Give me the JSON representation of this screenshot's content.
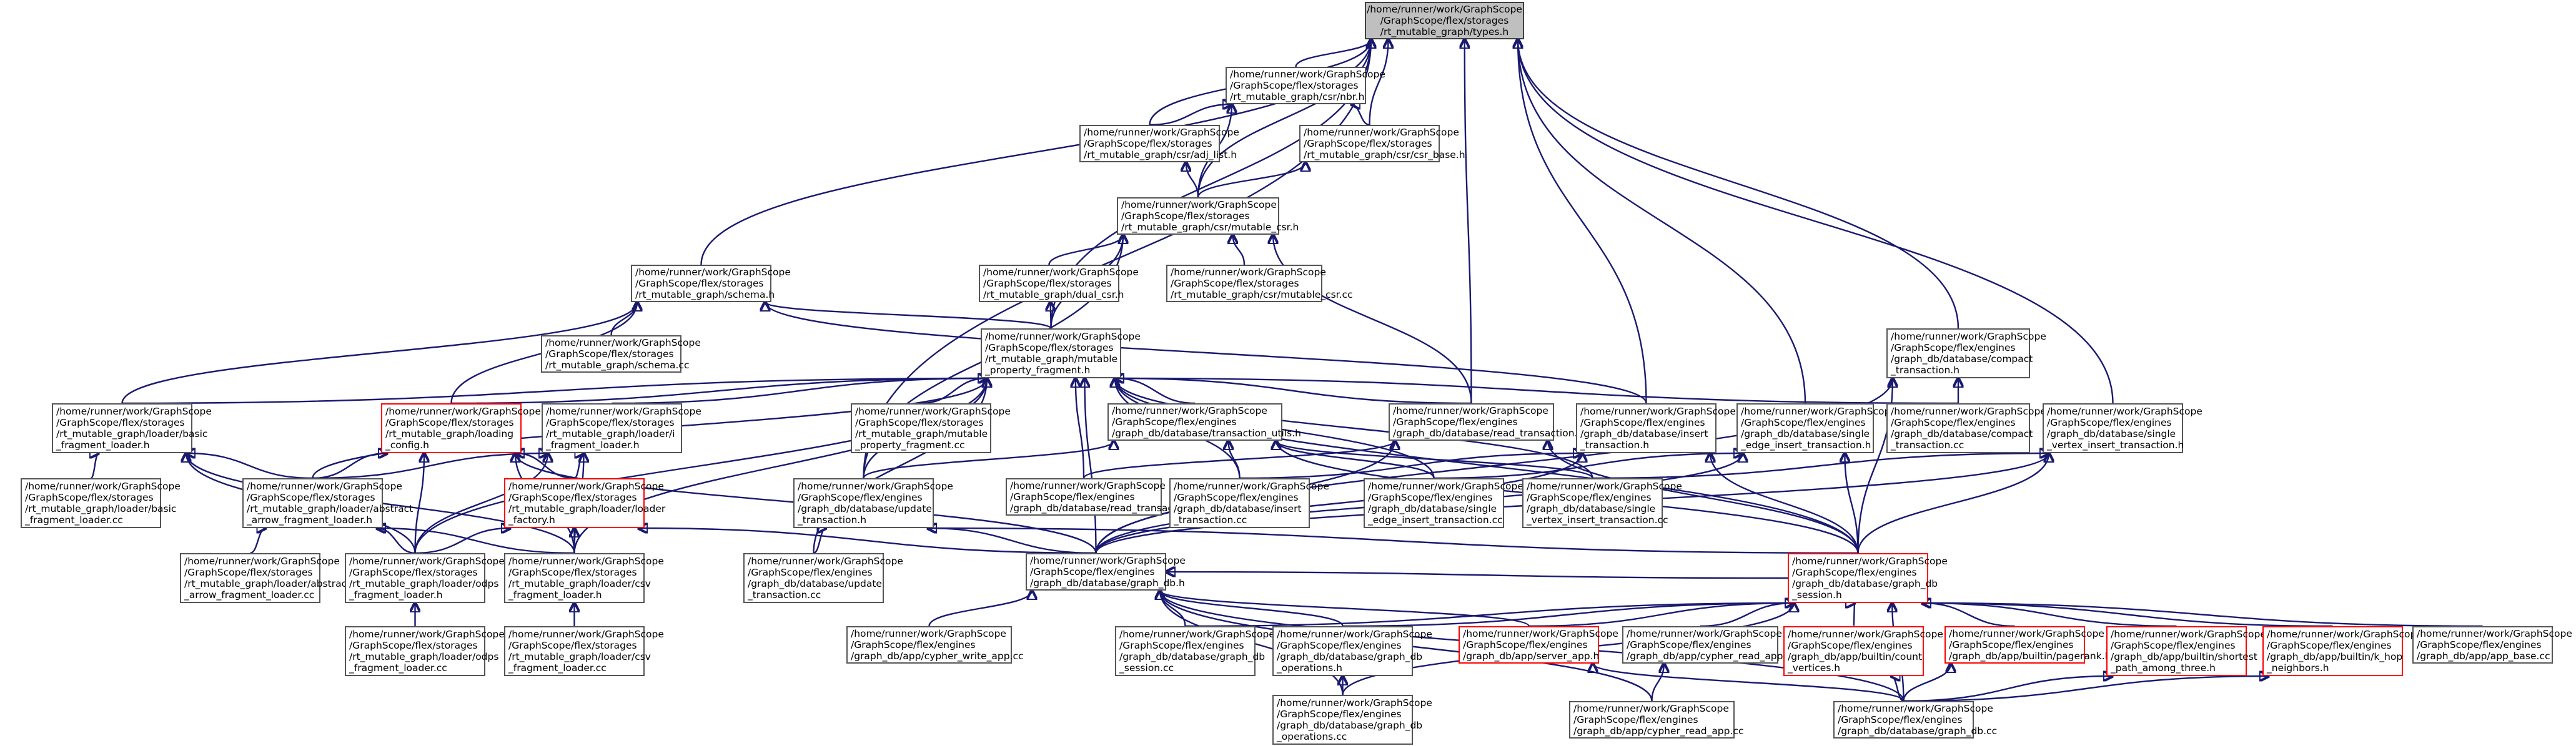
{
  "diagram": {
    "colors": {
      "edge": "#191970",
      "node_border": "#555555",
      "root_fill": "#bfbfbf",
      "highlight_border": "#ff0000"
    },
    "nodes": [
      {
        "id": "types_h",
        "lines": [
          "/home/runner/work/GraphScope",
          "/GraphScope/flex/storages",
          "/rt_mutable_graph/types.h"
        ],
        "style": "root"
      },
      {
        "id": "nbr_h",
        "lines": [
          "/home/runner/work/GraphScope",
          "/GraphScope/flex/storages",
          "/rt_mutable_graph/csr/nbr.h"
        ],
        "style": "normal"
      },
      {
        "id": "adj_list_h",
        "lines": [
          "/home/runner/work/GraphScope",
          "/GraphScope/flex/storages",
          "/rt_mutable_graph/csr/adj_list.h"
        ],
        "style": "normal"
      },
      {
        "id": "csr_base_h",
        "lines": [
          "/home/runner/work/GraphScope",
          "/GraphScope/flex/storages",
          "/rt_mutable_graph/csr/csr_base.h"
        ],
        "style": "normal"
      },
      {
        "id": "mutable_csr_h",
        "lines": [
          "/home/runner/work/GraphScope",
          "/GraphScope/flex/storages",
          "/rt_mutable_graph/csr/mutable_csr.h"
        ],
        "style": "normal"
      },
      {
        "id": "dual_csr_h",
        "lines": [
          "/home/runner/work/GraphScope",
          "/GraphScope/flex/storages",
          "/rt_mutable_graph/dual_csr.h"
        ],
        "style": "normal"
      },
      {
        "id": "mutable_csr_cc",
        "lines": [
          "/home/runner/work/GraphScope",
          "/GraphScope/flex/storages",
          "/rt_mutable_graph/csr/mutable_csr.cc"
        ],
        "style": "normal"
      },
      {
        "id": "schema_h",
        "lines": [
          "/home/runner/work/GraphScope",
          "/GraphScope/flex/storages",
          "/rt_mutable_graph/schema.h"
        ],
        "style": "normal"
      },
      {
        "id": "schema_cc",
        "lines": [
          "/home/runner/work/GraphScope",
          "/GraphScope/flex/storages",
          "/rt_mutable_graph/schema.cc"
        ],
        "style": "normal"
      },
      {
        "id": "mpf_h",
        "lines": [
          "/home/runner/work/GraphScope",
          "/GraphScope/flex/storages",
          "/rt_mutable_graph/mutable",
          "_property_fragment.h"
        ],
        "style": "normal"
      },
      {
        "id": "compact_txn_h",
        "lines": [
          "/home/runner/work/GraphScope",
          "/GraphScope/flex/engines",
          "/graph_db/database/compact",
          "_transaction.h"
        ],
        "style": "normal"
      },
      {
        "id": "basic_loader_h",
        "lines": [
          "/home/runner/work/GraphScope",
          "/GraphScope/flex/storages",
          "/rt_mutable_graph/loader/basic",
          "_fragment_loader.h"
        ],
        "style": "normal"
      },
      {
        "id": "loading_config_h",
        "lines": [
          "/home/runner/work/GraphScope",
          "/GraphScope/flex/storages",
          "/rt_mutable_graph/loading",
          "_config.h"
        ],
        "style": "red"
      },
      {
        "id": "i_loader_h",
        "lines": [
          "/home/runner/work/GraphScope",
          "/GraphScope/flex/storages",
          "/rt_mutable_graph/loader/i",
          "_fragment_loader.h"
        ],
        "style": "normal"
      },
      {
        "id": "mpf_cc",
        "lines": [
          "/home/runner/work/GraphScope",
          "/GraphScope/flex/storages",
          "/rt_mutable_graph/mutable",
          "_property_fragment.cc"
        ],
        "style": "normal"
      },
      {
        "id": "txn_utils_h",
        "lines": [
          "/home/runner/work/GraphScope",
          "/GraphScope/flex/engines",
          "/graph_db/database/transaction_utils.h"
        ],
        "style": "normal"
      },
      {
        "id": "read_txn_h",
        "lines": [
          "/home/runner/work/GraphScope",
          "/GraphScope/flex/engines",
          "/graph_db/database/read_transaction.h"
        ],
        "style": "normal"
      },
      {
        "id": "insert_txn_h",
        "lines": [
          "/home/runner/work/GraphScope",
          "/GraphScope/flex/engines",
          "/graph_db/database/insert",
          "_transaction.h"
        ],
        "style": "normal"
      },
      {
        "id": "single_edge_h",
        "lines": [
          "/home/runner/work/GraphScope",
          "/GraphScope/flex/engines",
          "/graph_db/database/single",
          "_edge_insert_transaction.h"
        ],
        "style": "normal"
      },
      {
        "id": "compact_txn_cc",
        "lines": [
          "/home/runner/work/GraphScope",
          "/GraphScope/flex/engines",
          "/graph_db/database/compact",
          "_transaction.cc"
        ],
        "style": "normal"
      },
      {
        "id": "single_vertex_h",
        "lines": [
          "/home/runner/work/GraphScope",
          "/GraphScope/flex/engines",
          "/graph_db/database/single",
          "_vertex_insert_transaction.h"
        ],
        "style": "normal"
      },
      {
        "id": "basic_loader_cc",
        "lines": [
          "/home/runner/work/GraphScope",
          "/GraphScope/flex/storages",
          "/rt_mutable_graph/loader/basic",
          "_fragment_loader.cc"
        ],
        "style": "normal"
      },
      {
        "id": "abstract_loader_h",
        "lines": [
          "/home/runner/work/GraphScope",
          "/GraphScope/flex/storages",
          "/rt_mutable_graph/loader/abstract",
          "_arrow_fragment_loader.h"
        ],
        "style": "normal"
      },
      {
        "id": "loader_factory_h",
        "lines": [
          "/home/runner/work/GraphScope",
          "/GraphScope/flex/storages",
          "/rt_mutable_graph/loader/loader",
          "_factory.h"
        ],
        "style": "red"
      },
      {
        "id": "update_txn_h",
        "lines": [
          "/home/runner/work/GraphScope",
          "/GraphScope/flex/engines",
          "/graph_db/database/update",
          "_transaction.h"
        ],
        "style": "normal"
      },
      {
        "id": "read_txn_cc",
        "lines": [
          "/home/runner/work/GraphScope",
          "/GraphScope/flex/engines",
          "/graph_db/database/read_transaction.cc"
        ],
        "style": "normal"
      },
      {
        "id": "insert_txn_cc",
        "lines": [
          "/home/runner/work/GraphScope",
          "/GraphScope/flex/engines",
          "/graph_db/database/insert",
          "_transaction.cc"
        ],
        "style": "normal"
      },
      {
        "id": "single_edge_cc",
        "lines": [
          "/home/runner/work/GraphScope",
          "/GraphScope/flex/engines",
          "/graph_db/database/single",
          "_edge_insert_transaction.cc"
        ],
        "style": "normal"
      },
      {
        "id": "single_vertex_cc",
        "lines": [
          "/home/runner/work/GraphScope",
          "/GraphScope/flex/engines",
          "/graph_db/database/single",
          "_vertex_insert_transaction.cc"
        ],
        "style": "normal"
      },
      {
        "id": "abstract_loader_cc",
        "lines": [
          "/home/runner/work/GraphScope",
          "/GraphScope/flex/storages",
          "/rt_mutable_graph/loader/abstract",
          "_arrow_fragment_loader.cc"
        ],
        "style": "normal"
      },
      {
        "id": "odps_loader_h",
        "lines": [
          "/home/runner/work/GraphScope",
          "/GraphScope/flex/storages",
          "/rt_mutable_graph/loader/odps",
          "_fragment_loader.h"
        ],
        "style": "normal"
      },
      {
        "id": "csv_loader_h",
        "lines": [
          "/home/runner/work/GraphScope",
          "/GraphScope/flex/storages",
          "/rt_mutable_graph/loader/csv",
          "_fragment_loader.h"
        ],
        "style": "normal"
      },
      {
        "id": "update_txn_cc",
        "lines": [
          "/home/runner/work/GraphScope",
          "/GraphScope/flex/engines",
          "/graph_db/database/update",
          "_transaction.cc"
        ],
        "style": "normal"
      },
      {
        "id": "graph_db_h",
        "lines": [
          "/home/runner/work/GraphScope",
          "/GraphScope/flex/engines",
          "/graph_db/database/graph_db.h"
        ],
        "style": "normal"
      },
      {
        "id": "graph_db_session_h",
        "lines": [
          "/home/runner/work/GraphScope",
          "/GraphScope/flex/engines",
          "/graph_db/database/graph_db",
          "_session.h"
        ],
        "style": "red"
      },
      {
        "id": "odps_loader_cc",
        "lines": [
          "/home/runner/work/GraphScope",
          "/GraphScope/flex/storages",
          "/rt_mutable_graph/loader/odps",
          "_fragment_loader.cc"
        ],
        "style": "normal"
      },
      {
        "id": "csv_loader_cc",
        "lines": [
          "/home/runner/work/GraphScope",
          "/GraphScope/flex/storages",
          "/rt_mutable_graph/loader/csv",
          "_fragment_loader.cc"
        ],
        "style": "normal"
      },
      {
        "id": "cypher_write_app_cc",
        "lines": [
          "/home/runner/work/GraphScope",
          "/GraphScope/flex/engines",
          "/graph_db/app/cypher_write_app.cc"
        ],
        "style": "normal"
      },
      {
        "id": "graph_db_session_cc",
        "lines": [
          "/home/runner/work/GraphScope",
          "/GraphScope/flex/engines",
          "/graph_db/database/graph_db",
          "_session.cc"
        ],
        "style": "normal"
      },
      {
        "id": "graph_db_operations_h",
        "lines": [
          "/home/runner/work/GraphScope",
          "/GraphScope/flex/engines",
          "/graph_db/database/graph_db",
          "_operations.h"
        ],
        "style": "normal"
      },
      {
        "id": "server_app_h",
        "lines": [
          "/home/runner/work/GraphScope",
          "/GraphScope/flex/engines",
          "/graph_db/app/server_app.h"
        ],
        "style": "red"
      },
      {
        "id": "cypher_read_app_h",
        "lines": [
          "/home/runner/work/GraphScope",
          "/GraphScope/flex/engines",
          "/graph_db/app/cypher_read_app.h"
        ],
        "style": "normal"
      },
      {
        "id": "count_vertices_h",
        "lines": [
          "/home/runner/work/GraphScope",
          "/GraphScope/flex/engines",
          "/graph_db/app/builtin/count",
          "_vertices.h"
        ],
        "style": "red"
      },
      {
        "id": "pagerank_h",
        "lines": [
          "/home/runner/work/GraphScope",
          "/GraphScope/flex/engines",
          "/graph_db/app/builtin/pagerank.h"
        ],
        "style": "red"
      },
      {
        "id": "shortest_path_h",
        "lines": [
          "/home/runner/work/GraphScope",
          "/GraphScope/flex/engines",
          "/graph_db/app/builtin/shortest",
          "_path_among_three.h"
        ],
        "style": "red"
      },
      {
        "id": "k_hop_h",
        "lines": [
          "/home/runner/work/GraphScope",
          "/GraphScope/flex/engines",
          "/graph_db/app/builtin/k_hop",
          "_neighbors.h"
        ],
        "style": "red"
      },
      {
        "id": "app_base_cc",
        "lines": [
          "/home/runner/work/GraphScope",
          "/GraphScope/flex/engines",
          "/graph_db/app/app_base.cc"
        ],
        "style": "normal"
      },
      {
        "id": "graph_db_operations_cc",
        "lines": [
          "/home/runner/work/GraphScope",
          "/GraphScope/flex/engines",
          "/graph_db/database/graph_db",
          "_operations.cc"
        ],
        "style": "normal"
      },
      {
        "id": "cypher_read_app_cc",
        "lines": [
          "/home/runner/work/GraphScope",
          "/GraphScope/flex/engines",
          "/graph_db/app/cypher_read_app.cc"
        ],
        "style": "normal"
      },
      {
        "id": "graph_db_cc",
        "lines": [
          "/home/runner/work/GraphScope",
          "/GraphScope/flex/engines",
          "/graph_db/database/graph_db.cc"
        ],
        "style": "normal"
      }
    ],
    "edges": [
      [
        "nbr_h",
        "types_h"
      ],
      [
        "adj_list_h",
        "types_h"
      ],
      [
        "csr_base_h",
        "types_h"
      ],
      [
        "mutable_csr_h",
        "types_h"
      ],
      [
        "schema_h",
        "types_h"
      ],
      [
        "mpf_h",
        "types_h"
      ],
      [
        "update_txn_h",
        "types_h"
      ],
      [
        "read_txn_h",
        "types_h"
      ],
      [
        "insert_txn_h",
        "types_h"
      ],
      [
        "single_edge_h",
        "types_h"
      ],
      [
        "single_vertex_h",
        "types_h"
      ],
      [
        "compact_txn_h",
        "types_h"
      ],
      [
        "adj_list_h",
        "nbr_h"
      ],
      [
        "csr_base_h",
        "nbr_h"
      ],
      [
        "mutable_csr_h",
        "nbr_h"
      ],
      [
        "mutable_csr_h",
        "adj_list_h"
      ],
      [
        "mutable_csr_h",
        "csr_base_h"
      ],
      [
        "dual_csr_h",
        "mutable_csr_h"
      ],
      [
        "mutable_csr_cc",
        "mutable_csr_h"
      ],
      [
        "mpf_h",
        "mutable_csr_h"
      ],
      [
        "update_txn_h",
        "mutable_csr_h"
      ],
      [
        "read_txn_h",
        "mutable_csr_h"
      ],
      [
        "mpf_h",
        "dual_csr_h"
      ],
      [
        "schema_cc",
        "schema_h"
      ],
      [
        "mpf_h",
        "schema_h"
      ],
      [
        "basic_loader_h",
        "schema_h"
      ],
      [
        "loading_config_h",
        "schema_h"
      ],
      [
        "insert_txn_h",
        "schema_h"
      ],
      [
        "basic_loader_h",
        "mpf_h"
      ],
      [
        "loading_config_h",
        "mpf_h"
      ],
      [
        "i_loader_h",
        "mpf_h"
      ],
      [
        "mpf_cc",
        "mpf_h"
      ],
      [
        "txn_utils_h",
        "mpf_h"
      ],
      [
        "read_txn_h",
        "mpf_h"
      ],
      [
        "update_txn_h",
        "mpf_h"
      ],
      [
        "graph_db_h",
        "mpf_h"
      ],
      [
        "read_txn_cc",
        "mpf_h"
      ],
      [
        "insert_txn_cc",
        "mpf_h"
      ],
      [
        "single_edge_cc",
        "mpf_h"
      ],
      [
        "single_vertex_cc",
        "mpf_h"
      ],
      [
        "compact_txn_cc",
        "mpf_h"
      ],
      [
        "abstract_loader_h",
        "mpf_h"
      ],
      [
        "odps_loader_h",
        "mpf_h"
      ],
      [
        "csv_loader_h",
        "mpf_h"
      ],
      [
        "update_txn_cc",
        "mpf_h"
      ],
      [
        "graph_db_session_h",
        "mpf_h"
      ],
      [
        "graph_db_h",
        "compact_txn_h"
      ],
      [
        "graph_db_session_h",
        "compact_txn_h"
      ],
      [
        "compact_txn_cc",
        "compact_txn_h"
      ],
      [
        "basic_loader_cc",
        "basic_loader_h"
      ],
      [
        "abstract_loader_h",
        "basic_loader_h"
      ],
      [
        "odps_loader_h",
        "basic_loader_h"
      ],
      [
        "csv_loader_h",
        "basic_loader_h"
      ],
      [
        "abstract_loader_h",
        "loading_config_h"
      ],
      [
        "loader_factory_h",
        "loading_config_h"
      ],
      [
        "odps_loader_h",
        "loading_config_h"
      ],
      [
        "csv_loader_h",
        "loading_config_h"
      ],
      [
        "graph_db_h",
        "loading_config_h"
      ],
      [
        "abstract_loader_h",
        "i_loader_h"
      ],
      [
        "loader_factory_h",
        "i_loader_h"
      ],
      [
        "odps_loader_h",
        "i_loader_h"
      ],
      [
        "csv_loader_h",
        "i_loader_h"
      ],
      [
        "update_txn_h",
        "txn_utils_h"
      ],
      [
        "insert_txn_cc",
        "txn_utils_h"
      ],
      [
        "single_edge_cc",
        "txn_utils_h"
      ],
      [
        "single_vertex_cc",
        "txn_utils_h"
      ],
      [
        "graph_db_session_h",
        "txn_utils_h"
      ],
      [
        "graph_db_h",
        "read_txn_h"
      ],
      [
        "graph_db_session_h",
        "read_txn_h"
      ],
      [
        "read_txn_cc",
        "read_txn_h"
      ],
      [
        "graph_db_h",
        "insert_txn_h"
      ],
      [
        "graph_db_session_h",
        "insert_txn_h"
      ],
      [
        "insert_txn_cc",
        "insert_txn_h"
      ],
      [
        "graph_db_h",
        "single_edge_h"
      ],
      [
        "graph_db_session_h",
        "single_edge_h"
      ],
      [
        "single_edge_cc",
        "single_edge_h"
      ],
      [
        "graph_db_h",
        "single_vertex_h"
      ],
      [
        "graph_db_session_h",
        "single_vertex_h"
      ],
      [
        "single_vertex_cc",
        "single_vertex_h"
      ],
      [
        "abstract_loader_cc",
        "abstract_loader_h"
      ],
      [
        "odps_loader_h",
        "abstract_loader_h"
      ],
      [
        "csv_loader_h",
        "abstract_loader_h"
      ],
      [
        "odps_loader_h",
        "loader_factory_h"
      ],
      [
        "csv_loader_h",
        "loader_factory_h"
      ],
      [
        "graph_db_h",
        "loader_factory_h"
      ],
      [
        "graph_db_h",
        "update_txn_h"
      ],
      [
        "graph_db_session_h",
        "update_txn_h"
      ],
      [
        "update_txn_cc",
        "update_txn_h"
      ],
      [
        "odps_loader_cc",
        "odps_loader_h"
      ],
      [
        "csv_loader_cc",
        "csv_loader_h"
      ],
      [
        "cypher_write_app_cc",
        "graph_db_h"
      ],
      [
        "graph_db_session_cc",
        "graph_db_h"
      ],
      [
        "graph_db_operations_h",
        "graph_db_h"
      ],
      [
        "server_app_h",
        "graph_db_h"
      ],
      [
        "graph_db_operations_cc",
        "graph_db_h"
      ],
      [
        "cypher_read_app_cc",
        "graph_db_h"
      ],
      [
        "graph_db_cc",
        "graph_db_h"
      ],
      [
        "graph_db_session_h",
        "graph_db_h"
      ],
      [
        "graph_db_session_cc",
        "graph_db_session_h"
      ],
      [
        "graph_db_operations_h",
        "graph_db_session_h"
      ],
      [
        "server_app_h",
        "graph_db_session_h"
      ],
      [
        "cypher_read_app_h",
        "graph_db_session_h"
      ],
      [
        "count_vertices_h",
        "graph_db_session_h"
      ],
      [
        "pagerank_h",
        "graph_db_session_h"
      ],
      [
        "shortest_path_h",
        "graph_db_session_h"
      ],
      [
        "k_hop_h",
        "graph_db_session_h"
      ],
      [
        "app_base_cc",
        "graph_db_session_h"
      ],
      [
        "graph_db_operations_cc",
        "graph_db_session_h"
      ],
      [
        "graph_db_cc",
        "graph_db_session_h"
      ],
      [
        "graph_db_operations_cc",
        "graph_db_operations_h"
      ],
      [
        "cypher_read_app_cc",
        "cypher_read_app_h"
      ],
      [
        "graph_db_cc",
        "server_app_h"
      ],
      [
        "graph_db_cc",
        "count_vertices_h"
      ],
      [
        "graph_db_cc",
        "pagerank_h"
      ],
      [
        "graph_db_cc",
        "shortest_path_h"
      ],
      [
        "graph_db_cc",
        "k_hop_h"
      ]
    ]
  }
}
